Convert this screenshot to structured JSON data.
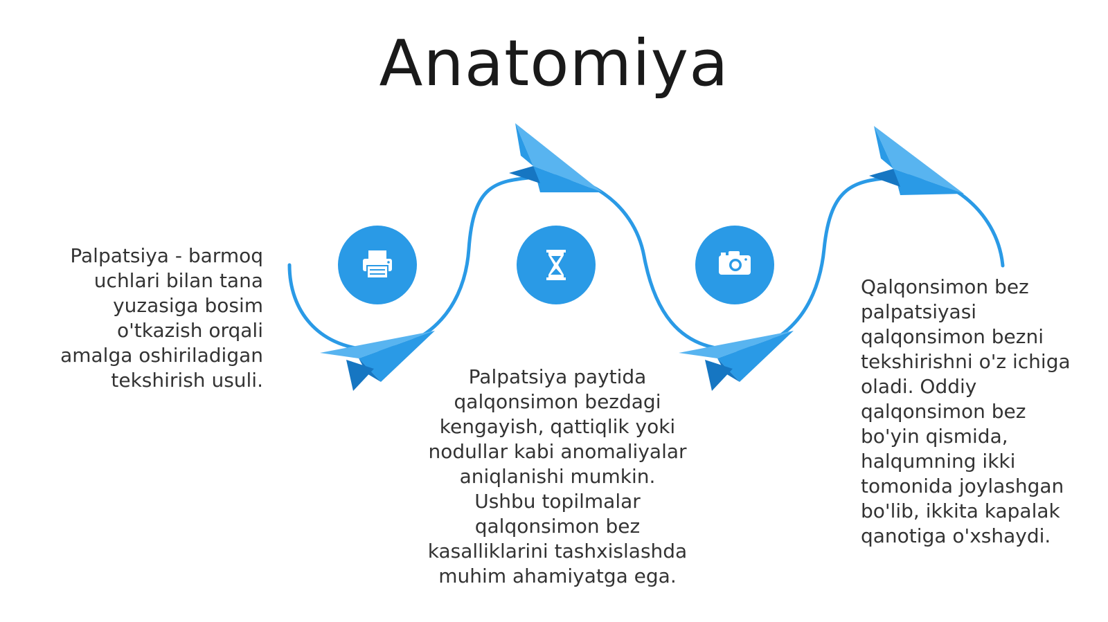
{
  "title": "Anatomiya",
  "colors": {
    "accent": "#2a9ae6",
    "accent_dark": "#1676c2",
    "accent_light": "#58b4f0",
    "text": "#333333"
  },
  "steps": [
    {
      "icon": "printer-icon",
      "text": "Palpatsiya - barmoq\nuchlari bilan tana\nyuzasiga bosim\no'tkazish orqali\namalga oshiriladigan\ntekshirish usuli."
    },
    {
      "icon": "hourglass-icon",
      "text": "Palpatsiya paytida\nqalqonsimon bezdagi\nkengayish, qattiqlik yoki\nnodullar kabi anomaliyalar\naniqlanishi mumkin.\nUshbu topilmalar\nqalqonsimon bez\nkasalliklarini tashxislashda\nmuhim ahamiyatga ega."
    },
    {
      "icon": "camera-icon",
      "text": "Qalqonsimon bez\npalpatsiyasi\nqalqonsimon bezni\ntekshirishni o'z ichiga\noladi. Oddiy\nqalqonsimon bez\nbo'yin qismida,\nhalqumning ikki\ntomonida joylashgan\nbo'lib, ikkita kapalak\nqanotiga o'xshaydi."
    }
  ]
}
